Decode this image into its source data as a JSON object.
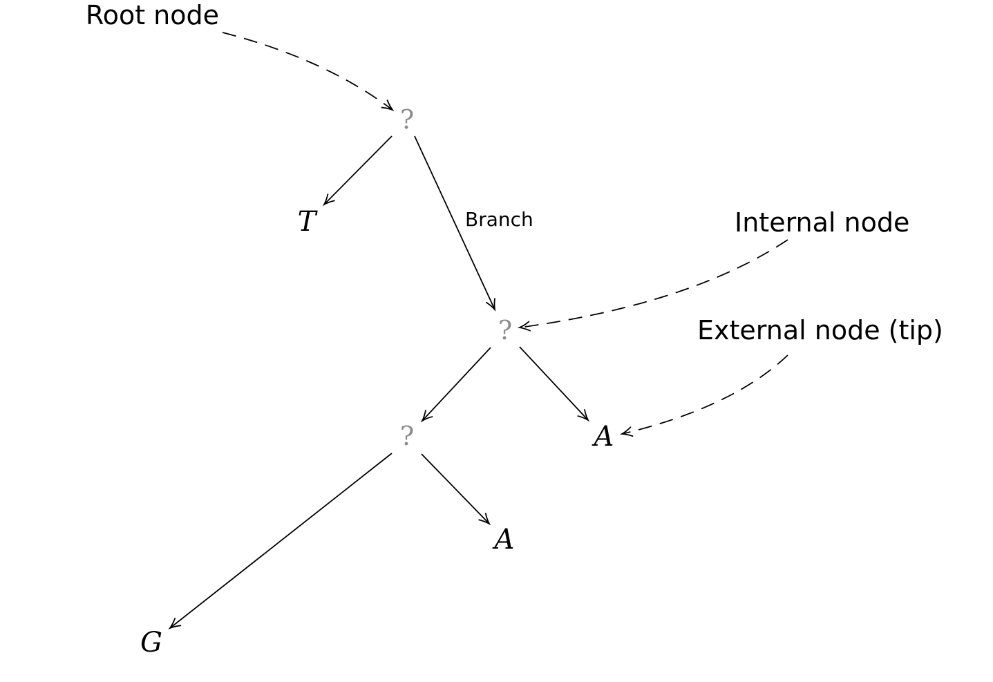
{
  "annotations": {
    "root": "Root node",
    "internal": "Internal node",
    "external": "External node (tip)",
    "branch": "Branch"
  },
  "nodes": {
    "root": "?",
    "internal_1": "?",
    "internal_2": "?",
    "tip_t": "T",
    "tip_a_right": "A",
    "tip_a_lower": "A",
    "tip_g": "G"
  },
  "colors": {
    "unknown_node": "#8c8c8c",
    "ink": "#000000"
  }
}
